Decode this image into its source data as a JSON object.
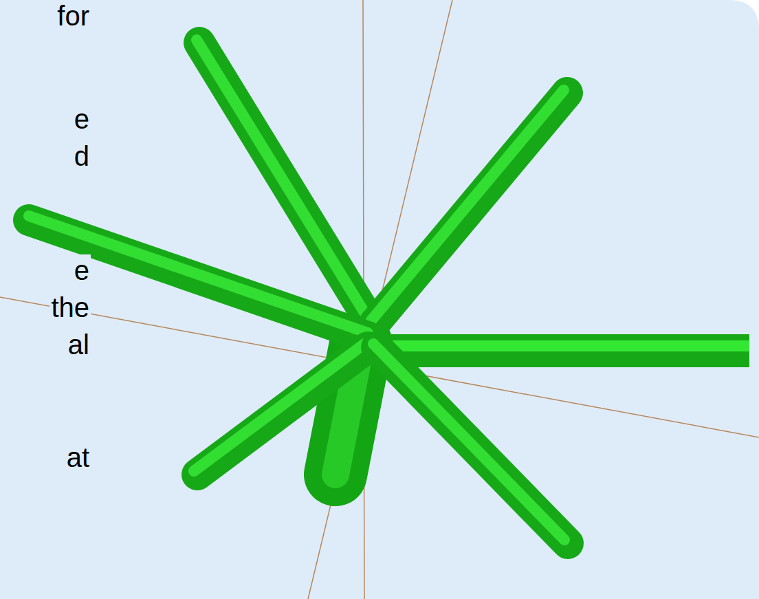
{
  "diagram": {
    "labels": [
      "for",
      "e",
      "d",
      "e",
      "the",
      "al",
      "at"
    ]
  }
}
